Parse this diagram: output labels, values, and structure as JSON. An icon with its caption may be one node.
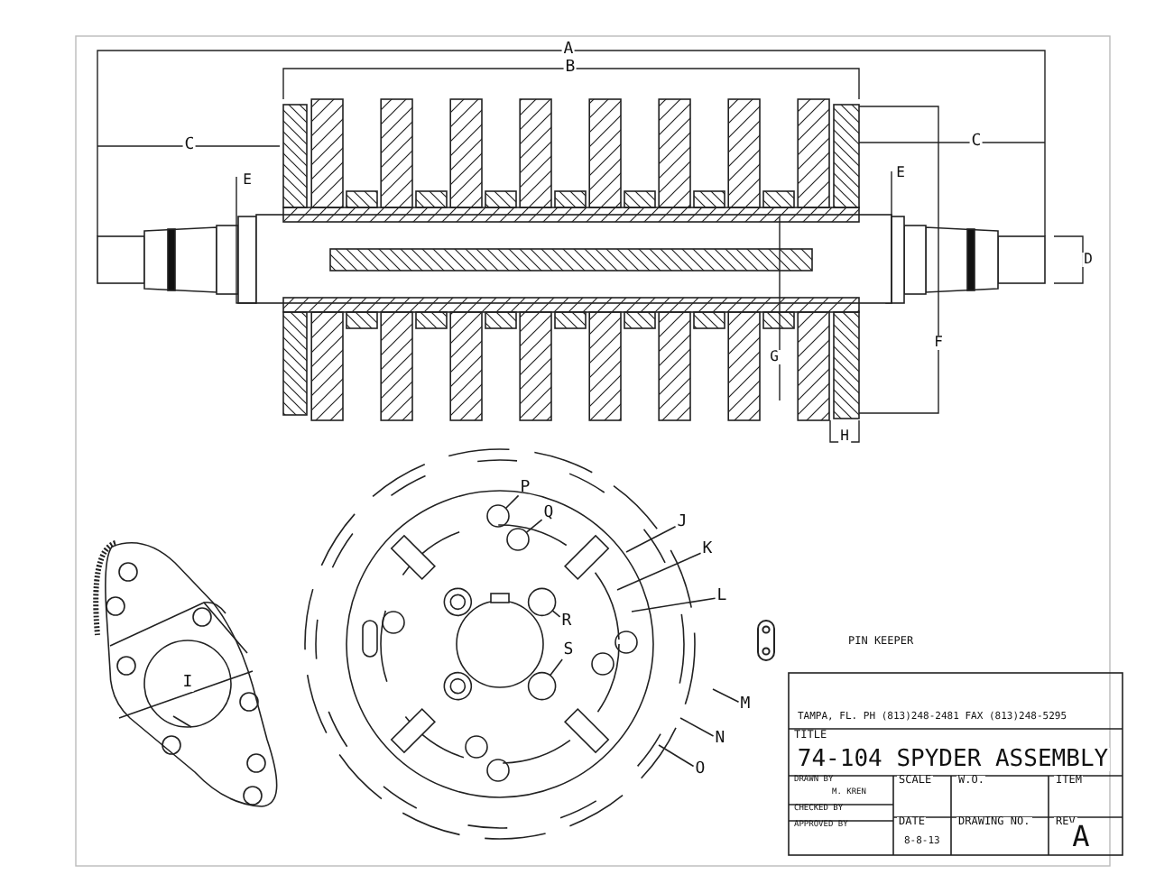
{
  "diagram": {
    "nodes": [
      {
        "text": [
          "P"
        ]
      },
      {
        "text": [
          "Q"
        ]
      },
      {
        "text": [
          "J"
        ]
      },
      {
        "text": [
          "K"
        ]
      },
      {
        "text": [
          "L"
        ]
      },
      {
        "text": [
          "R"
        ]
      },
      {
        "text": [
          "S"
        ]
      },
      {
        "text": [
          "M"
        ]
      },
      {
        "text": [
          "N"
        ]
      },
      {
        "text": [
          "O"
        ]
      },
      {
        "text": [],
        "shape": "circle"
      },
      {
        "text": [],
        "shape": "circle"
      },
      {
        "text": [],
        "shape": "circle"
      },
      {
        "text": [],
        "shape": "circle"
      }
    ],
    "edges": [
      {
        "from": 0,
        "to": 10,
        "arrow": "none"
      },
      {
        "from": 1,
        "to": 11,
        "arrow": "none"
      },
      {
        "from": 2,
        "to": null,
        "arrow": "none"
      },
      {
        "from": 3,
        "to": null,
        "arrow": "none"
      },
      {
        "from": 4,
        "to": null,
        "arrow": "none"
      },
      {
        "from": 5,
        "to": 12,
        "arrow": "none"
      },
      {
        "from": 6,
        "to": 13,
        "arrow": "none"
      },
      {
        "from": 7,
        "to": null,
        "arrow": "none"
      },
      {
        "from": 8,
        "to": null,
        "arrow": "none"
      },
      {
        "from": 9,
        "to": null,
        "arrow": "none"
      }
    ],
    "labels": [
      "A",
      "B",
      "C",
      "C",
      "E",
      "E",
      "D",
      "F",
      "G",
      "H",
      "I",
      "PIN KEEPER",
      "TAMPA, FL. PH (813)248-2481 FAX (813)248-5295",
      "TITLE",
      "74-104 SPYDER ASSEMBLY",
      "DRAWN BY",
      "M. KREN",
      "SCALE",
      "W.O.",
      "ITEM",
      "CHECKED BY",
      "APPROVED BY",
      "DATE",
      "DRAWING NO.",
      "REV",
      "8-8-13",
      "A"
    ]
  }
}
